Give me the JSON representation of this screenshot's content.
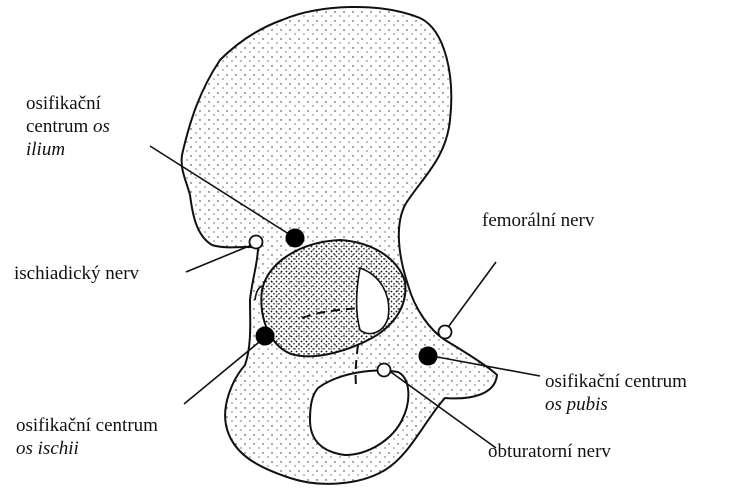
{
  "labels": {
    "ilium": {
      "line1": "osifikační",
      "line2_plain": "centrum",
      "line2_italic": "os",
      "line3_italic": "ilium"
    },
    "ischiadic_nerve": "ischiadický nerv",
    "femoral_nerve": "femorální nerv",
    "pubis": {
      "line1": "osifikační centrum",
      "line2_italic": "os pubis"
    },
    "ischii": {
      "line1": "osifikační centrum",
      "line2_italic": "os ischii"
    },
    "obturator_nerve": "obturatorní nerv"
  },
  "colors": {
    "ink": "#111111",
    "bone_fill": "#ffffff",
    "center_fill": "#000000",
    "nerve_fill": "#ffffff"
  }
}
